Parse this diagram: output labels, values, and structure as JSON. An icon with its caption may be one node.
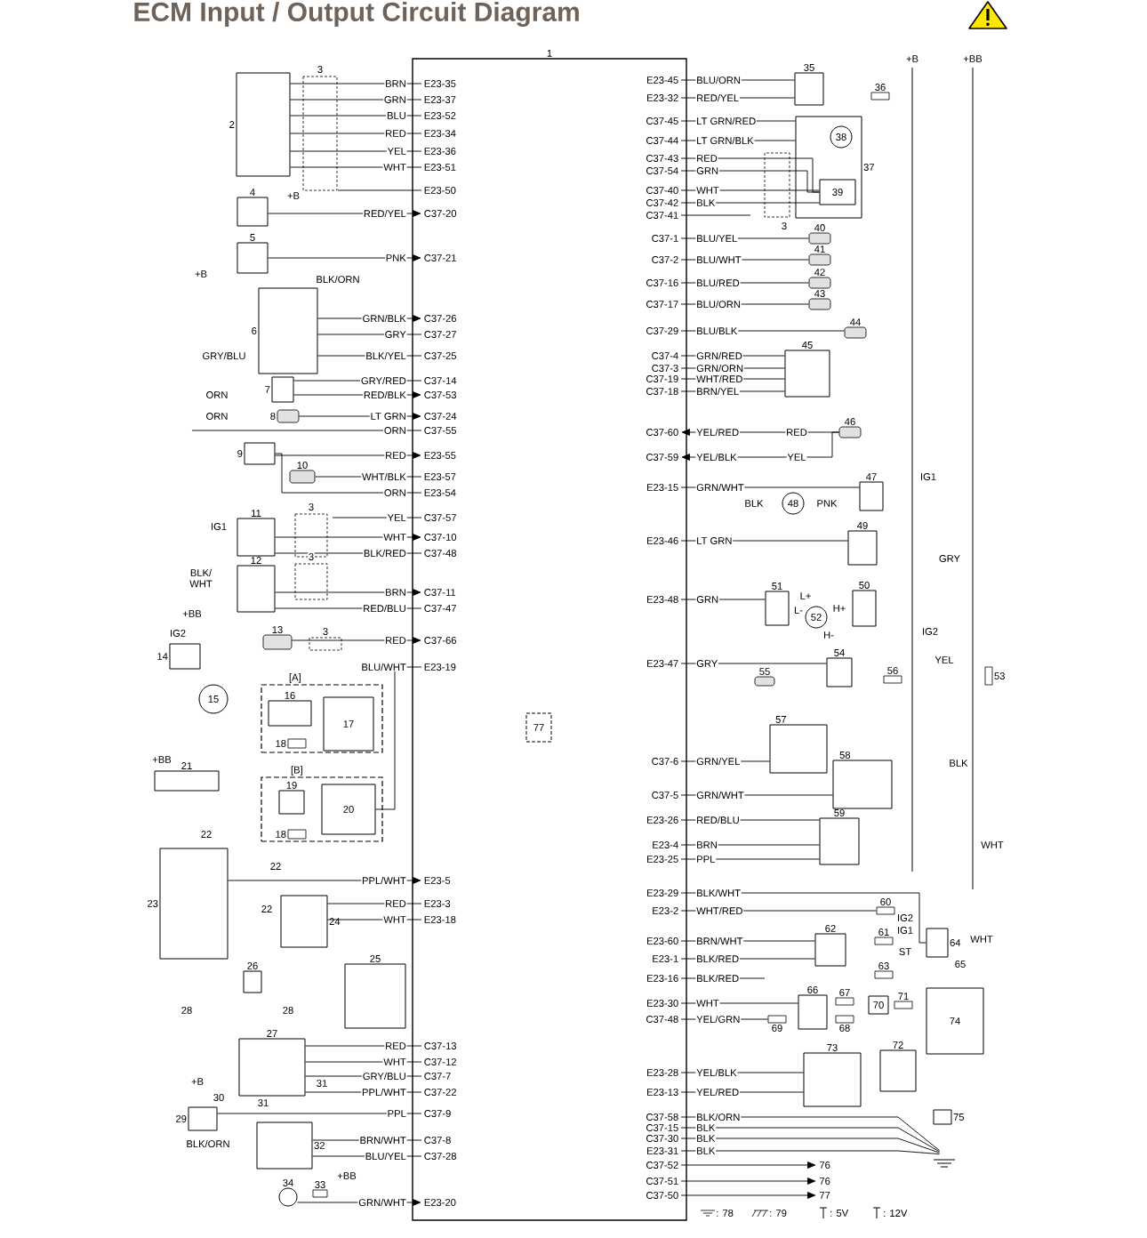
{
  "diagram": {
    "title": "ECM Input / Output Circuit Diagram",
    "nodes": [
      {
        "text": [
          "1"
        ]
      },
      {
        "text": [
          "E23-35"
        ],
        "in": 0
      },
      {
        "text": [
          "E23-37"
        ],
        "in": 0
      },
      {
        "text": [
          "E23-52"
        ],
        "in": 0
      },
      {
        "text": [
          "E23-34"
        ],
        "in": 0
      },
      {
        "text": [
          "E23-36"
        ],
        "in": 0
      },
      {
        "text": [
          "E23-51"
        ],
        "in": 0
      },
      {
        "text": [
          "E23-50"
        ],
        "in": 0
      },
      {
        "text": [
          "C37-20"
        ],
        "in": 0
      },
      {
        "text": [
          "C37-21"
        ],
        "in": 0
      },
      {
        "text": [
          "C37-26"
        ],
        "in": 0
      },
      {
        "text": [
          "C37-27"
        ],
        "in": 0
      },
      {
        "text": [
          "C37-25"
        ],
        "in": 0
      },
      {
        "text": [
          "C37-14"
        ],
        "in": 0
      },
      {
        "text": [
          "C37-53"
        ],
        "in": 0
      },
      {
        "text": [
          "C37-24"
        ],
        "in": 0
      },
      {
        "text": [
          "C37-55"
        ],
        "in": 0
      },
      {
        "text": [
          "E23-55"
        ],
        "in": 0
      },
      {
        "text": [
          "E23-57"
        ],
        "in": 0
      },
      {
        "text": [
          "E23-54"
        ],
        "in": 0
      },
      {
        "text": [
          "C37-57"
        ],
        "in": 0
      },
      {
        "text": [
          "C37-10"
        ],
        "in": 0
      },
      {
        "text": [
          "C37-48"
        ],
        "in": 0
      },
      {
        "text": [
          "C37-11"
        ],
        "in": 0
      },
      {
        "text": [
          "C37-47"
        ],
        "in": 0
      },
      {
        "text": [
          "C37-66"
        ],
        "in": 0
      },
      {
        "text": [
          "E23-19"
        ],
        "in": 0
      },
      {
        "text": [
          "E23-5"
        ],
        "in": 0
      },
      {
        "text": [
          "E23-3"
        ],
        "in": 0
      },
      {
        "text": [
          "E23-18"
        ],
        "in": 0
      },
      {
        "text": [
          "C37-13"
        ],
        "in": 0
      },
      {
        "text": [
          "C37-12"
        ],
        "in": 0
      },
      {
        "text": [
          "C37-7"
        ],
        "in": 0
      },
      {
        "text": [
          "C37-22"
        ],
        "in": 0
      },
      {
        "text": [
          "C37-9"
        ],
        "in": 0
      },
      {
        "text": [
          "C37-8"
        ],
        "in": 0
      },
      {
        "text": [
          "C37-28"
        ],
        "in": 0
      },
      {
        "text": [
          "E23-20"
        ],
        "in": 0
      },
      {
        "text": [
          "E23-45"
        ],
        "in": 0
      },
      {
        "text": [
          "E23-32"
        ],
        "in": 0
      },
      {
        "text": [
          "C37-45"
        ],
        "in": 0
      },
      {
        "text": [
          "C37-44"
        ],
        "in": 0
      },
      {
        "text": [
          "C37-43"
        ],
        "in": 0
      },
      {
        "text": [
          "C37-54"
        ],
        "in": 0
      },
      {
        "text": [
          "C37-40"
        ],
        "in": 0
      },
      {
        "text": [
          "C37-42"
        ],
        "in": 0
      },
      {
        "text": [
          "C37-41"
        ],
        "in": 0
      },
      {
        "text": [
          "C37-1"
        ],
        "in": 0
      },
      {
        "text": [
          "C37-2"
        ],
        "in": 0
      },
      {
        "text": [
          "C37-16"
        ],
        "in": 0
      },
      {
        "text": [
          "C37-17"
        ],
        "in": 0
      },
      {
        "text": [
          "C37-29"
        ],
        "in": 0
      },
      {
        "text": [
          "C37-4"
        ],
        "in": 0
      },
      {
        "text": [
          "C37-3"
        ],
        "in": 0
      },
      {
        "text": [
          "C37-19"
        ],
        "in": 0
      },
      {
        "text": [
          "C37-18"
        ],
        "in": 0
      },
      {
        "text": [
          "C37-60"
        ],
        "in": 0
      },
      {
        "text": [
          "C37-59"
        ],
        "in": 0
      },
      {
        "text": [
          "E23-15"
        ],
        "in": 0
      },
      {
        "text": [
          "E23-46"
        ],
        "in": 0
      },
      {
        "text": [
          "E23-48"
        ],
        "in": 0
      },
      {
        "text": [
          "E23-47"
        ],
        "in": 0
      },
      {
        "text": [
          "C37-6"
        ],
        "in": 0
      },
      {
        "text": [
          "C37-5"
        ],
        "in": 0
      },
      {
        "text": [
          "E23-26"
        ],
        "in": 0
      },
      {
        "text": [
          "E23-4"
        ],
        "in": 0
      },
      {
        "text": [
          "E23-25"
        ],
        "in": 0
      },
      {
        "text": [
          "E23-29"
        ],
        "in": 0
      },
      {
        "text": [
          "E23-2"
        ],
        "in": 0
      },
      {
        "text": [
          "E23-60"
        ],
        "in": 0
      },
      {
        "text": [
          "E23-1"
        ],
        "in": 0
      },
      {
        "text": [
          "E23-16"
        ],
        "in": 0
      },
      {
        "text": [
          "E23-30"
        ],
        "in": 0
      },
      {
        "text": [
          "C37-48"
        ],
        "in": 0
      },
      {
        "text": [
          "E23-28"
        ],
        "in": 0
      },
      {
        "text": [
          "E23-13"
        ],
        "in": 0
      },
      {
        "text": [
          "C37-58"
        ],
        "in": 0
      },
      {
        "text": [
          "C37-15"
        ],
        "in": 0
      },
      {
        "text": [
          "C37-30"
        ],
        "in": 0
      },
      {
        "text": [
          "E23-31"
        ],
        "in": 0
      },
      {
        "text": [
          "C37-52"
        ],
        "in": 0
      },
      {
        "text": [
          "C37-51"
        ],
        "in": 0
      },
      {
        "text": [
          "C37-50"
        ],
        "in": 0
      },
      {
        "text": [
          "2"
        ]
      },
      {
        "text": [
          "4"
        ]
      },
      {
        "text": [
          "5"
        ]
      },
      {
        "text": [
          "6"
        ]
      },
      {
        "text": [
          "7"
        ]
      },
      {
        "text": [
          "8"
        ]
      },
      {
        "text": [
          "9"
        ]
      },
      {
        "text": [
          "10"
        ]
      },
      {
        "text": [
          "11"
        ]
      },
      {
        "text": [
          "12"
        ]
      },
      {
        "text": [
          "13"
        ]
      },
      {
        "text": [
          "14"
        ]
      },
      {
        "text": [
          "15"
        ]
      },
      {
        "text": [
          "[A]"
        ]
      },
      {
        "text": [
          "16"
        ],
        "in": 96
      },
      {
        "text": [
          "17"
        ],
        "in": 96
      },
      {
        "text": [
          "18"
        ],
        "in": 96
      },
      {
        "text": [
          "[B]"
        ]
      },
      {
        "text": [
          "19"
        ],
        "in": 100
      },
      {
        "text": [
          "20"
        ],
        "in": 100
      },
      {
        "text": [
          "18"
        ],
        "in": 100
      },
      {
        "text": [
          "21"
        ]
      },
      {
        "text": [
          "23"
        ]
      },
      {
        "text": [
          "24"
        ]
      },
      {
        "text": [
          "26"
        ]
      },
      {
        "text": [
          "25"
        ]
      },
      {
        "text": [
          "27"
        ]
      },
      {
        "text": [
          "29"
        ]
      },
      {
        "text": [
          "32"
        ]
      },
      {
        "text": [
          "34"
        ]
      },
      {
        "text": [
          "33"
        ]
      },
      {
        "text": [
          "35"
        ]
      },
      {
        "text": [
          "36"
        ]
      },
      {
        "text": [
          "37"
        ]
      },
      {
        "text": [
          "38"
        ],
        "in": 116
      },
      {
        "text": [
          "39"
        ],
        "in": 116
      },
      {
        "text": [
          "40"
        ]
      },
      {
        "text": [
          "41"
        ]
      },
      {
        "text": [
          "42"
        ]
      },
      {
        "text": [
          "43"
        ]
      },
      {
        "text": [
          "44"
        ]
      },
      {
        "text": [
          "45"
        ]
      },
      {
        "text": [
          "46"
        ]
      },
      {
        "text": [
          "47"
        ]
      },
      {
        "text": [
          "48"
        ]
      },
      {
        "text": [
          "49"
        ]
      },
      {
        "text": [
          "51"
        ]
      },
      {
        "text": [
          "50"
        ]
      },
      {
        "text": [
          "52"
        ]
      },
      {
        "text": [
          "53"
        ]
      },
      {
        "text": [
          "54"
        ]
      },
      {
        "text": [
          "55"
        ]
      },
      {
        "text": [
          "56"
        ]
      },
      {
        "text": [
          "57"
        ]
      },
      {
        "text": [
          "58"
        ]
      },
      {
        "text": [
          "59"
        ]
      },
      {
        "text": [
          "60"
        ]
      },
      {
        "text": [
          "61"
        ]
      },
      {
        "text": [
          "64"
        ]
      },
      {
        "text": [
          "62"
        ]
      },
      {
        "text": [
          "63"
        ]
      },
      {
        "text": [
          "66"
        ]
      },
      {
        "text": [
          "69"
        ]
      },
      {
        "text": [
          "67"
        ]
      },
      {
        "text": [
          "68"
        ]
      },
      {
        "text": [
          "70"
        ]
      },
      {
        "text": [
          "71"
        ]
      },
      {
        "text": [
          "74"
        ]
      },
      {
        "text": [
          "73"
        ]
      },
      {
        "text": [
          "72"
        ]
      },
      {
        "text": [
          "75"
        ]
      },
      {
        "text": [
          "76"
        ]
      },
      {
        "text": [
          "76"
        ]
      },
      {
        "text": [
          "77"
        ]
      },
      {
        "text": [
          "77"
        ],
        "in": 0
      },
      {
        "text": [],
        "shape": "ground"
      }
    ],
    "edges": [
      {
        "from": 83,
        "to": 1,
        "arrow": "none",
        "label": "BRN"
      },
      {
        "from": 83,
        "to": 2,
        "arrow": "none",
        "label": "GRN"
      },
      {
        "from": 83,
        "to": 3,
        "arrow": "none",
        "label": "BLU"
      },
      {
        "from": 83,
        "to": 4,
        "arrow": "none",
        "label": "RED"
      },
      {
        "from": 83,
        "to": 5,
        "arrow": "none",
        "label": "YEL"
      },
      {
        "from": 83,
        "to": 6,
        "arrow": "none",
        "label": "WHT"
      },
      {
        "from": null,
        "to": 7,
        "arrow": "none"
      },
      {
        "from": 84,
        "to": 8,
        "arrow": "to",
        "label": "RED/YEL"
      },
      {
        "from": 85,
        "to": 9,
        "arrow": "to",
        "label": "PNK"
      },
      {
        "from": 86,
        "to": 10,
        "arrow": "to",
        "label": "GRN/BLK"
      },
      {
        "from": 86,
        "to": 11,
        "arrow": "none",
        "label": "GRY"
      },
      {
        "from": 86,
        "to": 12,
        "arrow": "none",
        "label": "BLK/YEL"
      },
      {
        "from": 87,
        "to": 13,
        "arrow": "none",
        "label": "GRY/RED"
      },
      {
        "from": 87,
        "to": 14,
        "arrow": "to",
        "label": "RED/BLK"
      },
      {
        "from": 88,
        "to": 15,
        "arrow": "to",
        "label": "LT GRN"
      },
      {
        "from": null,
        "to": 16,
        "arrow": "none",
        "label": "ORN"
      },
      {
        "from": 89,
        "to": 17,
        "arrow": "to",
        "label": "RED"
      },
      {
        "from": 90,
        "to": 18,
        "arrow": "none",
        "label": "WHT/BLK"
      },
      {
        "from": 89,
        "to": 19,
        "arrow": "none",
        "label": "ORN"
      },
      {
        "from": null,
        "to": 20,
        "arrow": "none",
        "label": "YEL"
      },
      {
        "from": 91,
        "to": 21,
        "arrow": "to",
        "label": "WHT"
      },
      {
        "from": 91,
        "to": 22,
        "arrow": "none",
        "label": "BLK/RED"
      },
      {
        "from": 92,
        "to": 23,
        "arrow": "to",
        "label": "BRN"
      },
      {
        "from": 92,
        "to": 24,
        "arrow": "none",
        "label": "RED/BLU"
      },
      {
        "from": 93,
        "to": 25,
        "arrow": "to",
        "label": "RED"
      },
      {
        "from": 102,
        "to": 26,
        "arrow": "none",
        "label": "BLU/WHT"
      },
      {
        "from": 105,
        "to": 27,
        "arrow": "to",
        "label": "PPL/WHT"
      },
      {
        "from": 106,
        "to": 28,
        "arrow": "none",
        "label": "RED"
      },
      {
        "from": 106,
        "to": 29,
        "arrow": "none",
        "label": "WHT"
      },
      {
        "from": 109,
        "to": 30,
        "arrow": "none",
        "label": "RED"
      },
      {
        "from": 109,
        "to": 31,
        "arrow": "none",
        "label": "WHT"
      },
      {
        "from": 109,
        "to": 32,
        "arrow": "none",
        "label": "GRY/BLU"
      },
      {
        "from": 109,
        "to": 33,
        "arrow": "none",
        "label": "PPL/WHT"
      },
      {
        "from": 110,
        "to": 34,
        "arrow": "none",
        "label": "PPL"
      },
      {
        "from": 111,
        "to": 35,
        "arrow": "none",
        "label": "BRN/WHT"
      },
      {
        "from": 111,
        "to": 36,
        "arrow": "none",
        "label": "BLU/YEL"
      },
      {
        "from": 112,
        "to": 37,
        "arrow": "to",
        "label": "GRN/WHT"
      },
      {
        "from": 114,
        "to": 38,
        "arrow": "none",
        "label": "BLU/ORN"
      },
      {
        "from": 114,
        "to": 39,
        "arrow": "none",
        "label": "RED/YEL"
      },
      {
        "from": 116,
        "to": 40,
        "arrow": "none",
        "label": "LT GRN/RED"
      },
      {
        "from": 116,
        "to": 41,
        "arrow": "none",
        "label": "LT GRN/BLK"
      },
      {
        "from": 118,
        "to": 42,
        "arrow": "none",
        "label": "RED"
      },
      {
        "from": 118,
        "to": 43,
        "arrow": "none",
        "label": "GRN"
      },
      {
        "from": 118,
        "to": 44,
        "arrow": "none",
        "label": "WHT"
      },
      {
        "from": 118,
        "to": 45,
        "arrow": "none",
        "label": "BLK"
      },
      {
        "from": null,
        "to": 46,
        "arrow": "none"
      },
      {
        "from": 119,
        "to": 47,
        "arrow": "none",
        "label": "BLU/YEL"
      },
      {
        "from": 120,
        "to": 48,
        "arrow": "none",
        "label": "BLU/WHT"
      },
      {
        "from": 121,
        "to": 49,
        "arrow": "none",
        "label": "BLU/RED"
      },
      {
        "from": 122,
        "to": 50,
        "arrow": "none",
        "label": "BLU/ORN"
      },
      {
        "from": 123,
        "to": 51,
        "arrow": "none",
        "label": "BLU/BLK"
      },
      {
        "from": 124,
        "to": 52,
        "arrow": "none",
        "label": "GRN/RED"
      },
      {
        "from": 124,
        "to": 53,
        "arrow": "none",
        "label": "GRN/ORN"
      },
      {
        "from": 124,
        "to": 54,
        "arrow": "none",
        "label": "WHT/RED"
      },
      {
        "from": 124,
        "to": 55,
        "arrow": "none",
        "label": "BRN/YEL"
      },
      {
        "from": 125,
        "to": 56,
        "arrow": "to",
        "label": "YEL/RED"
      },
      {
        "from": 125,
        "to": 57,
        "arrow": "to",
        "label": "YEL/BLK"
      },
      {
        "from": 126,
        "to": 58,
        "arrow": "none",
        "label": "GRN/WHT"
      },
      {
        "from": 128,
        "to": 59,
        "arrow": "none",
        "label": "LT GRN"
      },
      {
        "from": 129,
        "to": 60,
        "arrow": "none",
        "label": "GRN"
      },
      {
        "from": 133,
        "to": 61,
        "arrow": "none",
        "label": "GRY"
      },
      {
        "from": 136,
        "to": 62,
        "arrow": "none",
        "label": "GRN/YEL"
      },
      {
        "from": 137,
        "to": 63,
        "arrow": "none",
        "label": "GRN/WHT"
      },
      {
        "from": 138,
        "to": 64,
        "arrow": "none",
        "label": "RED/BLU"
      },
      {
        "from": 138,
        "to": 65,
        "arrow": "none",
        "label": "BRN"
      },
      {
        "from": 138,
        "to": 66,
        "arrow": "none",
        "label": "PPL"
      },
      {
        "from": 141,
        "to": 67,
        "arrow": "none",
        "label": "BLK/WHT"
      },
      {
        "from": 139,
        "to": 68,
        "arrow": "none",
        "label": "WHT/RED"
      },
      {
        "from": 142,
        "to": 69,
        "arrow": "none",
        "label": "BRN/WHT"
      },
      {
        "from": 142,
        "to": 70,
        "arrow": "none",
        "label": "BLK/RED"
      },
      {
        "from": null,
        "to": 71,
        "arrow": "none",
        "label": "BLK/RED"
      },
      {
        "from": 144,
        "to": 72,
        "arrow": "none",
        "label": "WHT"
      },
      {
        "from": 145,
        "to": 73,
        "arrow": "none",
        "label": "YEL/GRN"
      },
      {
        "from": 151,
        "to": 74,
        "arrow": "none",
        "label": "YEL/BLK"
      },
      {
        "from": 151,
        "to": 75,
        "arrow": "none",
        "label": "YEL/RED"
      },
      {
        "from": 158,
        "to": 76,
        "arrow": "none",
        "label": "BLK/ORN"
      },
      {
        "from": 158,
        "to": 77,
        "arrow": "none",
        "label": "BLK"
      },
      {
        "from": 158,
        "to": 78,
        "arrow": "none",
        "label": "BLK"
      },
      {
        "from": 158,
        "to": 79,
        "arrow": "none",
        "label": "BLK"
      },
      {
        "from": 80,
        "to": 154,
        "arrow": "to"
      },
      {
        "from": 81,
        "to": 155,
        "arrow": "to"
      },
      {
        "from": 82,
        "to": 156,
        "arrow": "to"
      }
    ],
    "labels": [
      "+B",
      "BLK/ORN",
      "+B",
      "GRY/BLU",
      "ORN",
      "ORN",
      "IG1",
      "BLK/ WHT",
      "+BB",
      "IG2",
      "+BB",
      "22",
      "22",
      "22",
      "28",
      "28",
      "+B",
      "30",
      "31",
      "31",
      "BLK/ORN",
      "+BB",
      "+B",
      "+BB",
      "RED",
      "YEL",
      "BLK",
      "PNK",
      "IG1",
      "GRY",
      "L+",
      "L-",
      "H+",
      "H-",
      "IG2",
      "YEL",
      "BLK",
      "WHT",
      "IG2",
      "IG1",
      "ST",
      "WHT",
      "65",
      "3",
      "3",
      "3",
      "3",
      "3"
    ],
    "legend": [
      {
        "text": ": 78"
      },
      {
        "text": ": 79"
      },
      {
        "text": ": 5V"
      },
      {
        "text": ": 12V"
      }
    ]
  }
}
